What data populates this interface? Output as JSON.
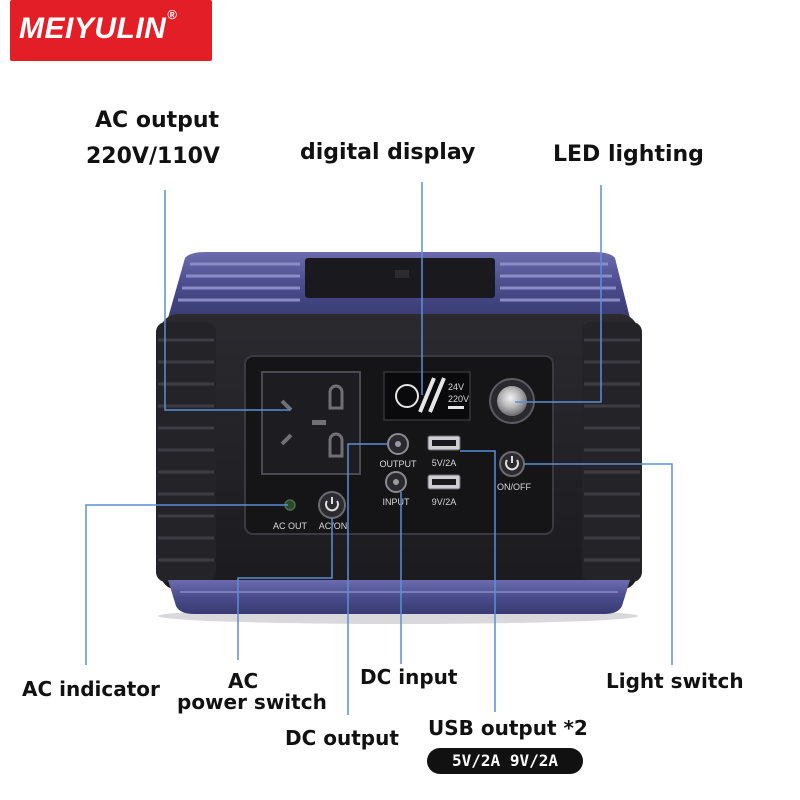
{
  "brand": {
    "name": "MEIYULIN",
    "mark": "®"
  },
  "callouts": {
    "ac_output_line1": "AC output",
    "ac_output_line2": "220V/110V",
    "digital_display": "digital display",
    "led_lighting": "LED lighting",
    "ac_indicator": "AC indicator",
    "ac_power_switch_line1": "AC",
    "ac_power_switch_line2": "power switch",
    "dc_input": "DC input",
    "dc_output": "DC output",
    "light_switch": "Light switch",
    "usb_output": "USB output *2",
    "usb_specs": "5V/2A  9V/2A"
  },
  "panel_labels": {
    "output": "OUTPUT",
    "input": "INPUT",
    "usb1": "5V/2A",
    "usb2": "9V/2A",
    "on_off": "ON/OFF",
    "ac_out": "AC OUT",
    "ac_on": "AC/ON"
  },
  "colors": {
    "brand_red": "#e41e26",
    "frame_blue": "#4a4c8c",
    "body_black": "#1e1e22",
    "callout_line": "#5b8fd6"
  }
}
